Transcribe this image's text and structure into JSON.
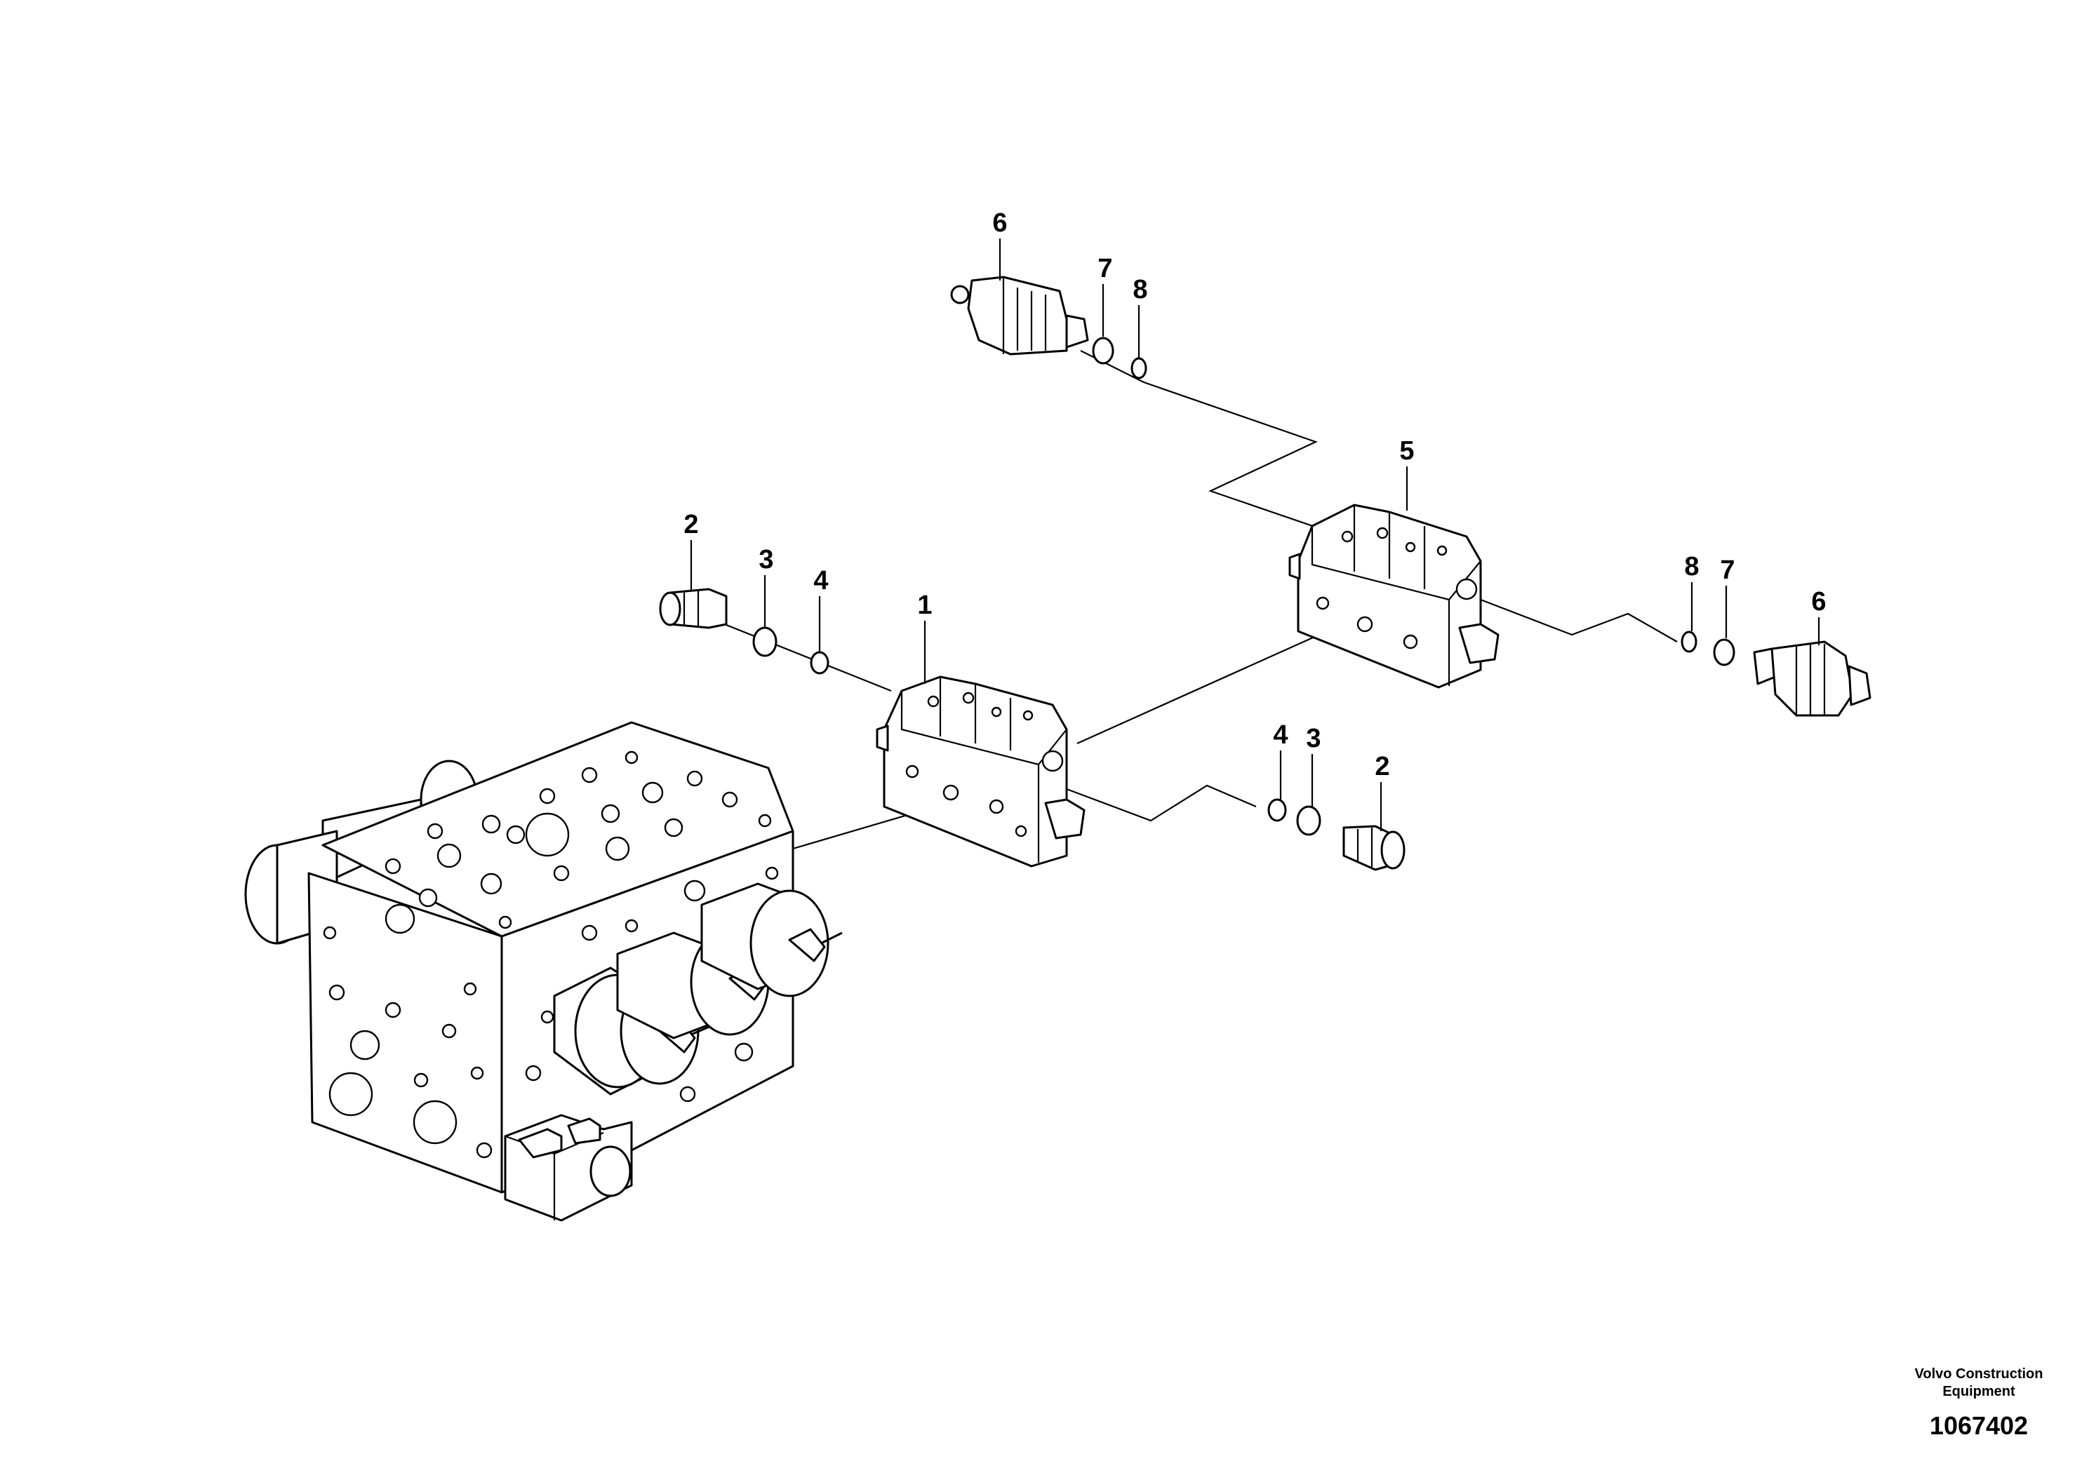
{
  "callouts": {
    "c1": "1",
    "c2_left": "2",
    "c3_left": "3",
    "c4_left": "4",
    "c2_right": "2",
    "c3_right": "3",
    "c4_right": "4",
    "c5": "5",
    "c6_top": "6",
    "c7_top": "7",
    "c8_top": "8",
    "c6_right": "6",
    "c7_right": "7",
    "c8_right": "8"
  },
  "credit": {
    "company_line1": "Volvo Construction",
    "company_line2": "Equipment",
    "drawing_number": "1067402"
  }
}
